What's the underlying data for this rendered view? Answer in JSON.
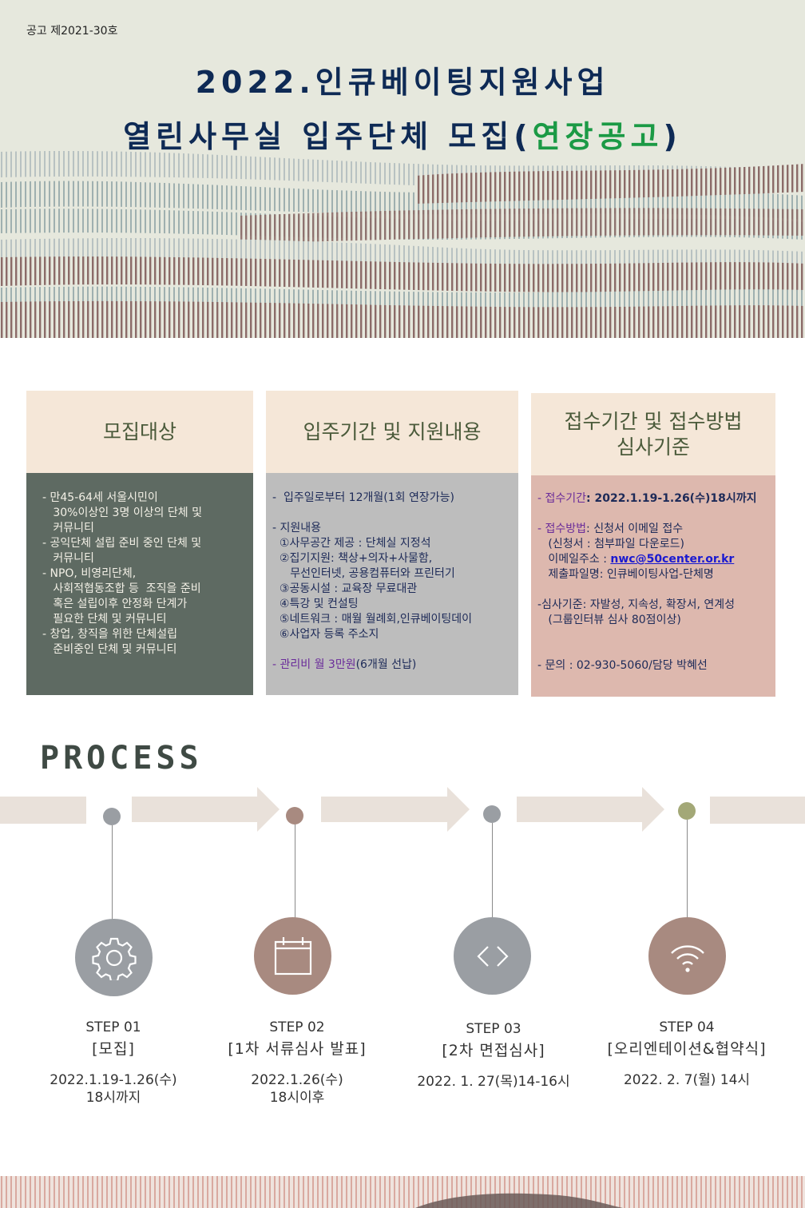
{
  "header": {
    "notice": "공고 제2021-30호",
    "title_line1": "2022.인큐베이팅지원사업",
    "title_line2_main": "열린사무실 입주단체 모집",
    "title_line2_open": "(",
    "title_line2_highlight": "연장공고",
    "title_line2_close": ")"
  },
  "columns": {
    "target": {
      "heading": "모집대상",
      "items": [
        "- 만45-64세 서울시민이",
        "   30%이상인 3명 이상의 단체 및",
        "   커뮤니티",
        "- 공익단체 설립 준비 중인 단체 및",
        "   커뮤니티",
        "- NPO, 비영리단체,",
        "   사회적협동조합 등  조직을 준비",
        "   혹은 설립이후 안정화 단계가",
        "   필요한 단체 및 커뮤니티",
        "- 창업, 창직을 위한 단체설립",
        "   준비중인 단체 및 커뮤니티"
      ]
    },
    "period": {
      "heading": "입주기간 및 지원내용",
      "line1": "-  입주일로부터 12개월(1회 연장가능)",
      "support_title": "- 지원내용",
      "support_items": [
        "  ①사무공간 제공 : 단체실 지정석",
        "  ②집기지원: 책상+의자+사물함,",
        "     무선인터넷, 공용컴퓨터와 프린터기",
        "  ③공동시설 : 교육장 무료대관",
        "  ④특강 및 컨설팅",
        "  ⑤네트워크 : 매월 월례회,인큐베이팅데이",
        "  ⑥사업자 등록 주소지"
      ],
      "fee_label": "- 관리비 월 3만원",
      "fee_note": "(6개월 선납)"
    },
    "apply": {
      "heading_line1": "접수기간 및 접수방법",
      "heading_line2": "심사기준",
      "period_label": "- 접수기간",
      "period_value": ": 2022.1.19-1.26(수)18시까지",
      "method_label": "- 접수방법",
      "method_value": ": 신청서 이메일 접수",
      "method_note": "   (신청서 : 첨부파일 다운로드)",
      "email_label": "   이메일주소 : ",
      "email_value": "nwc@50center.or.kr",
      "file_name": "   제출파일명: 인큐베이팅사업-단체명",
      "criteria": "-심사기준: 자발성, 지속성, 확장서, 연계성",
      "criteria_note": "   (그룹인터뷰 심사 80점이상)",
      "contact": "- 문의 : 02-930-5060/담당 박혜선"
    }
  },
  "process": {
    "title": "PROCESS",
    "steps": [
      {
        "label": "STEP 01",
        "name": "[모집]",
        "date": "2022.1.19-1.26(수)\n18시까지",
        "icon": "gear-icon",
        "color": "#9a9ea3",
        "dot": "#9a9ea3"
      },
      {
        "label": "STEP 02",
        "name": "[1차 서류심사 발표]",
        "date": "2022.1.26(수)\n18시이후",
        "icon": "calendar-icon",
        "color": "#a88a80",
        "dot": "#a88a80"
      },
      {
        "label": "STEP 03",
        "name": "[2차 면접심사]",
        "date": "2022. 1. 27(목)14-16시",
        "icon": "code-icon",
        "color": "#9a9ea3",
        "dot": "#9a9ea3"
      },
      {
        "label": "STEP 04",
        "name": "[오리엔테이션&협약식]",
        "date": "2022. 2. 7(월) 14시",
        "icon": "wifi-icon",
        "color": "#a88a80",
        "dot": "#a3a877"
      }
    ]
  }
}
